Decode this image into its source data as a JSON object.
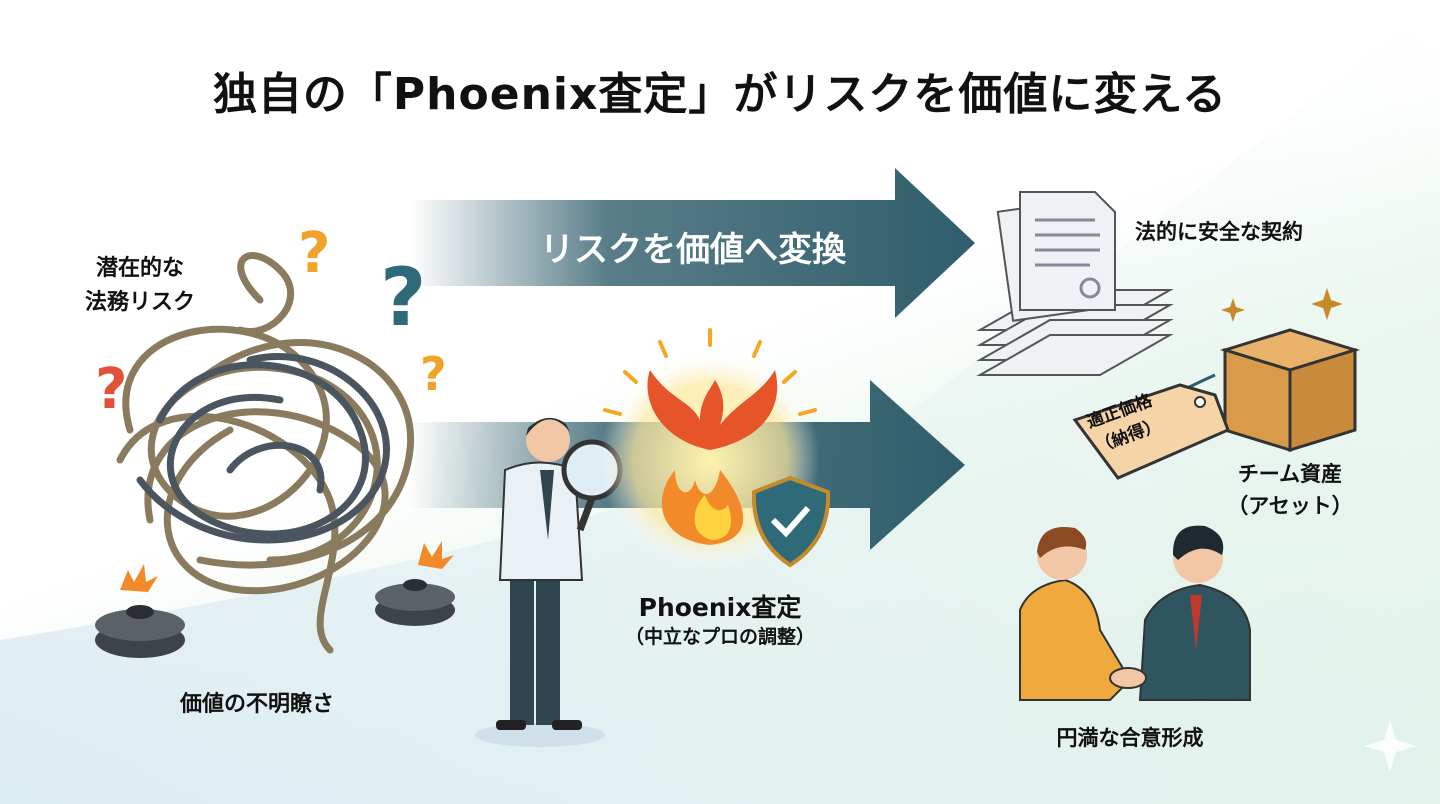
{
  "title": "独自の「Phoenix査定」がリスクを価値に変える",
  "left": {
    "risk_label_line1": "潜在的な",
    "risk_label_line2": "法務リスク",
    "unclear_value_label": "価値の不明瞭さ"
  },
  "center": {
    "arrow_label": "リスクを価値へ変換",
    "phoenix_label": "Phoenix査定",
    "phoenix_sublabel": "（中立なプロの調整）"
  },
  "right": {
    "contract_label": "法的に安全な契約",
    "price_tag_line1": "適正価格",
    "price_tag_line2": "（納得）",
    "asset_label_line1": "チーム資産",
    "asset_label_line2": "（アセット）",
    "agreement_label": "円満な合意形成"
  },
  "colors": {
    "arrow": "#2f5d6b",
    "accent_orange": "#e8742a",
    "shield": "#2f6a78"
  }
}
